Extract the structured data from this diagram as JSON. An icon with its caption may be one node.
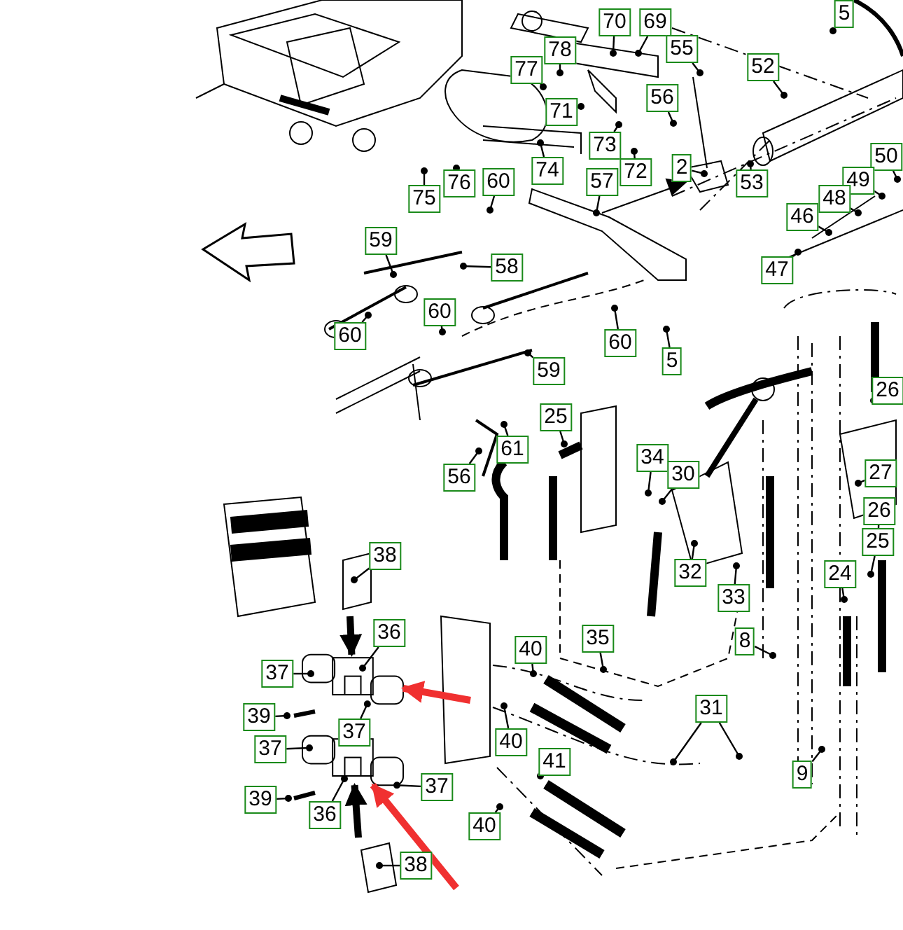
{
  "diagram": {
    "nodes": [
      {
        "text": [
          "5"
        ]
      },
      {
        "text": [
          "70"
        ]
      },
      {
        "text": [
          "69"
        ]
      },
      {
        "text": [
          "77"
        ]
      },
      {
        "text": [
          "78"
        ]
      },
      {
        "text": [
          "55"
        ]
      },
      {
        "text": [
          "52"
        ]
      },
      {
        "text": [
          "56"
        ]
      },
      {
        "text": [
          "71"
        ]
      },
      {
        "text": [
          "73"
        ]
      },
      {
        "text": [
          "72"
        ]
      },
      {
        "text": [
          "74"
        ]
      },
      {
        "text": [
          "2"
        ]
      },
      {
        "text": [
          "53"
        ]
      },
      {
        "text": [
          "50"
        ]
      },
      {
        "text": [
          "49"
        ]
      },
      {
        "text": [
          "48"
        ]
      },
      {
        "text": [
          "46"
        ]
      },
      {
        "text": [
          "47"
        ]
      },
      {
        "text": [
          "75"
        ]
      },
      {
        "text": [
          "76"
        ]
      },
      {
        "text": [
          "60"
        ]
      },
      {
        "text": [
          "57"
        ]
      },
      {
        "text": [
          "59"
        ]
      },
      {
        "text": [
          "58"
        ]
      },
      {
        "text": [
          "60"
        ]
      },
      {
        "text": [
          "60"
        ]
      },
      {
        "text": [
          "60"
        ]
      },
      {
        "text": [
          "5"
        ]
      },
      {
        "text": [
          "59"
        ]
      },
      {
        "text": [
          "25"
        ]
      },
      {
        "text": [
          "56"
        ]
      },
      {
        "text": [
          "61"
        ]
      },
      {
        "text": [
          "26"
        ]
      },
      {
        "text": [
          "34"
        ]
      },
      {
        "text": [
          "30"
        ]
      },
      {
        "text": [
          "32"
        ]
      },
      {
        "text": [
          "33"
        ]
      },
      {
        "text": [
          "27"
        ]
      },
      {
        "text": [
          "26"
        ]
      },
      {
        "text": [
          "25"
        ]
      },
      {
        "text": [
          "24"
        ]
      },
      {
        "text": [
          "38"
        ]
      },
      {
        "text": [
          "35"
        ]
      },
      {
        "text": [
          "8"
        ]
      },
      {
        "text": [
          "36"
        ]
      },
      {
        "text": [
          "37"
        ]
      },
      {
        "text": [
          "40"
        ]
      },
      {
        "text": [
          "39"
        ]
      },
      {
        "text": [
          "37"
        ]
      },
      {
        "text": [
          "40"
        ]
      },
      {
        "text": [
          "31"
        ]
      },
      {
        "text": [
          "37"
        ]
      },
      {
        "text": [
          "41"
        ]
      },
      {
        "text": [
          "9"
        ]
      },
      {
        "text": [
          "39"
        ]
      },
      {
        "text": [
          "36"
        ]
      },
      {
        "text": [
          "37"
        ]
      },
      {
        "text": [
          "40"
        ]
      },
      {
        "text": [
          "38"
        ]
      },
      {
        "text": [],
        "shape": "picture"
      },
      {
        "text": [],
        "shape": "picture"
      }
    ],
    "edges": [
      {
        "from": 0,
        "to": null,
        "arrow": "other"
      },
      {
        "from": 1,
        "to": null,
        "arrow": "other"
      },
      {
        "from": 2,
        "to": null,
        "arrow": "other"
      },
      {
        "from": 3,
        "to": null,
        "arrow": "other"
      },
      {
        "from": 4,
        "to": null,
        "arrow": "other"
      },
      {
        "from": 5,
        "to": null,
        "arrow": "other"
      },
      {
        "from": 6,
        "to": null,
        "arrow": "other"
      },
      {
        "from": 7,
        "to": null,
        "arrow": "other"
      },
      {
        "from": 8,
        "to": null,
        "arrow": "other"
      },
      {
        "from": 9,
        "to": null,
        "arrow": "other"
      },
      {
        "from": 10,
        "to": null,
        "arrow": "other"
      },
      {
        "from": 11,
        "to": null,
        "arrow": "other"
      },
      {
        "from": 12,
        "to": null,
        "arrow": "other"
      },
      {
        "from": 13,
        "to": null,
        "arrow": "other"
      },
      {
        "from": 14,
        "to": null,
        "arrow": "other"
      },
      {
        "from": 15,
        "to": null,
        "arrow": "other"
      },
      {
        "from": 16,
        "to": null,
        "arrow": "other"
      },
      {
        "from": 17,
        "to": null,
        "arrow": "other"
      },
      {
        "from": 18,
        "to": null,
        "arrow": "other"
      },
      {
        "from": 19,
        "to": null,
        "arrow": "other"
      },
      {
        "from": 20,
        "to": null,
        "arrow": "other"
      },
      {
        "from": 21,
        "to": null,
        "arrow": "other"
      },
      {
        "from": 22,
        "to": null,
        "arrow": "other"
      },
      {
        "from": 23,
        "to": null,
        "arrow": "other"
      },
      {
        "from": 24,
        "to": null,
        "arrow": "other"
      },
      {
        "from": 25,
        "to": null,
        "arrow": "other"
      },
      {
        "from": 26,
        "to": null,
        "arrow": "other"
      },
      {
        "from": 27,
        "to": null,
        "arrow": "other"
      },
      {
        "from": 28,
        "to": null,
        "arrow": "other"
      },
      {
        "from": 29,
        "to": null,
        "arrow": "other"
      },
      {
        "from": 30,
        "to": null,
        "arrow": "other"
      },
      {
        "from": 31,
        "to": null,
        "arrow": "other"
      },
      {
        "from": 32,
        "to": null,
        "arrow": "other"
      },
      {
        "from": 33,
        "to": null,
        "arrow": "other"
      },
      {
        "from": 34,
        "to": null,
        "arrow": "other"
      },
      {
        "from": 35,
        "to": null,
        "arrow": "other"
      },
      {
        "from": 36,
        "to": null,
        "arrow": "other"
      },
      {
        "from": 37,
        "to": null,
        "arrow": "other"
      },
      {
        "from": 38,
        "to": null,
        "arrow": "other"
      },
      {
        "from": 39,
        "to": null,
        "arrow": "other"
      },
      {
        "from": 40,
        "to": null,
        "arrow": "other"
      },
      {
        "from": 41,
        "to": null,
        "arrow": "other"
      },
      {
        "from": 42,
        "to": null,
        "arrow": "other"
      },
      {
        "from": 43,
        "to": null,
        "arrow": "other"
      },
      {
        "from": 44,
        "to": null,
        "arrow": "other"
      },
      {
        "from": 45,
        "to": 60,
        "arrow": "other"
      },
      {
        "from": 46,
        "to": 60,
        "arrow": "other"
      },
      {
        "from": 47,
        "to": null,
        "arrow": "other"
      },
      {
        "from": 48,
        "to": null,
        "arrow": "other"
      },
      {
        "from": 49,
        "to": 60,
        "arrow": "other"
      },
      {
        "from": 50,
        "to": null,
        "arrow": "other"
      },
      {
        "from": 51,
        "to": null,
        "arrow": "other"
      },
      {
        "from": 51,
        "to": null,
        "arrow": "other"
      },
      {
        "from": 52,
        "to": 61,
        "arrow": "other"
      },
      {
        "from": 53,
        "to": null,
        "arrow": "other"
      },
      {
        "from": 54,
        "to": null,
        "arrow": "other"
      },
      {
        "from": 55,
        "to": null,
        "arrow": "other"
      },
      {
        "from": 56,
        "to": 61,
        "arrow": "other"
      },
      {
        "from": 57,
        "to": 61,
        "arrow": "other"
      },
      {
        "from": 58,
        "to": null,
        "arrow": "other"
      },
      {
        "from": 59,
        "to": null,
        "arrow": "other"
      },
      {
        "from": null,
        "to": 60,
        "arrow": "to",
        "style": "thick",
        "color": "#f03030"
      },
      {
        "from": null,
        "to": 61,
        "arrow": "to",
        "style": "thick",
        "color": "#f03030"
      },
      {
        "from": null,
        "to": 60,
        "arrow": "to",
        "style": "thick"
      },
      {
        "from": null,
        "to": 61,
        "arrow": "to",
        "style": "thick"
      }
    ]
  }
}
